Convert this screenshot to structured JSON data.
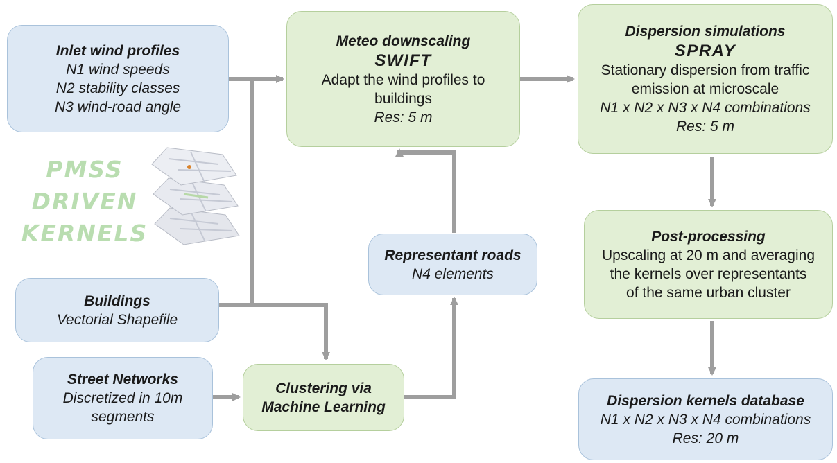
{
  "inlet": {
    "title": "Inlet wind profiles",
    "lines": [
      "N1 wind speeds",
      "N2 stability classes",
      "N3 wind-road angle"
    ]
  },
  "meteo": {
    "title": "Meteo downscaling",
    "model": "SWIFT",
    "lines": [
      "Adapt the wind profiles to",
      "buildings"
    ],
    "res": "Res: 5 m"
  },
  "dispersion": {
    "title": "Dispersion simulations",
    "model": "SPRAY",
    "lines": [
      "Stationary dispersion from traffic",
      "emission at microscale"
    ],
    "combos": "N1 x N2 x N3 x N4 combinations",
    "res": "Res: 5 m"
  },
  "pmss": [
    "PMSS",
    "DRIVEN",
    "KERNELS"
  ],
  "representant": {
    "title": "Representant roads",
    "sub": "N4 elements"
  },
  "postproc": {
    "title": "Post-processing",
    "lines": [
      "Upscaling at 20 m and averaging",
      "the kernels over representants",
      "of the same urban cluster"
    ]
  },
  "buildings": {
    "title": "Buildings",
    "sub": "Vectorial Shapefile"
  },
  "street": {
    "title": "Street Networks",
    "lines": [
      "Discretized in 10m",
      "segments"
    ]
  },
  "clustering": {
    "title": "Clustering via",
    "title2": "Machine Learning"
  },
  "database": {
    "title": "Dispersion kernels database",
    "combos": "N1 x N2 x N3 x N4 combinations",
    "res": "Res: 20 m"
  },
  "colors": {
    "blue_fill": "#dde8f4",
    "green_fill": "#e2efd5",
    "arrow": "#9e9e9e",
    "pmss_text": "#b9ddb0"
  }
}
